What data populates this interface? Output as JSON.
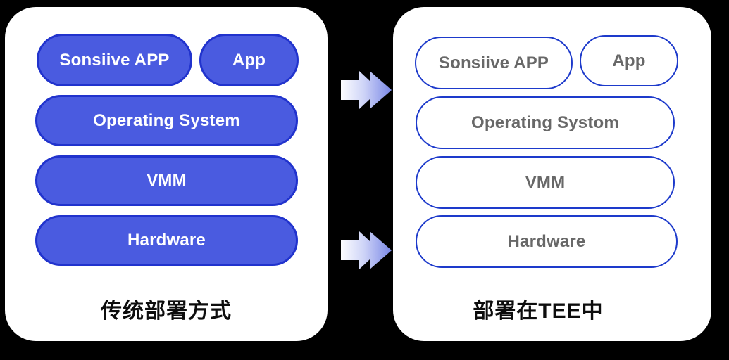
{
  "left_panel": {
    "caption": "传统部署方式",
    "pills": {
      "sonsiive_app": "Sonsiive APP",
      "app": "App",
      "os": "Operating System",
      "vmm": "VMM",
      "hardware": "Hardware"
    }
  },
  "right_panel": {
    "caption": "部署在TEE中",
    "pills": {
      "sonsiive_app": "Sonsiive APP",
      "app": "App",
      "os": "Operating Systom",
      "vmm": "VMM",
      "hardware": "Hardware"
    }
  },
  "icons": {
    "top_arrow": "double-block-right-arrow",
    "bottom_arrow": "double-block-right-arrow"
  },
  "colors": {
    "background": "#000000",
    "panel_bg": "#ffffff",
    "filled_pill_bg": "#4a5be0",
    "filled_pill_border": "#2133cd",
    "filled_pill_text": "#ffffff",
    "outlined_pill_border": "#1d3acb",
    "outlined_pill_text": "#686868",
    "caption_text": "#0d0d0d",
    "arrow_gradient_start": "#ffffff",
    "arrow_gradient_mid": "#cdd3f7",
    "arrow_gradient_end": "#7280e5"
  }
}
